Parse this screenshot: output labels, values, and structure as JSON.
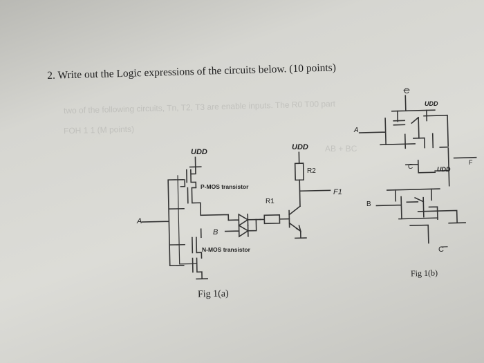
{
  "question": "2. Write out the Logic expressions of the circuits below. (10 points)",
  "faint_text": [
    "two of the following circuits, Tn, T2, T3 are enable inputs. The R0 T00 part",
    "FOH 1 1 (M points)",
    "AB + BC"
  ],
  "fig_a": {
    "caption": "Fig 1(a)",
    "vdd_left": "UDD",
    "vdd_right": "UDD",
    "pmos_label": "P-MOS transistor",
    "nmos_label": "N-MOS transistor",
    "r1": "R1",
    "r2": "R2",
    "output": "F1",
    "input_a": "A",
    "input_b": "B"
  },
  "fig_b": {
    "caption": "Fig 1(b)",
    "c_bar_top": "C",
    "c_bar_bottom": "C",
    "vdd_top": "UDD",
    "vdd_mid": "UDD",
    "input_a": "A",
    "input_b": "B",
    "input_c": "C",
    "output": "F"
  }
}
